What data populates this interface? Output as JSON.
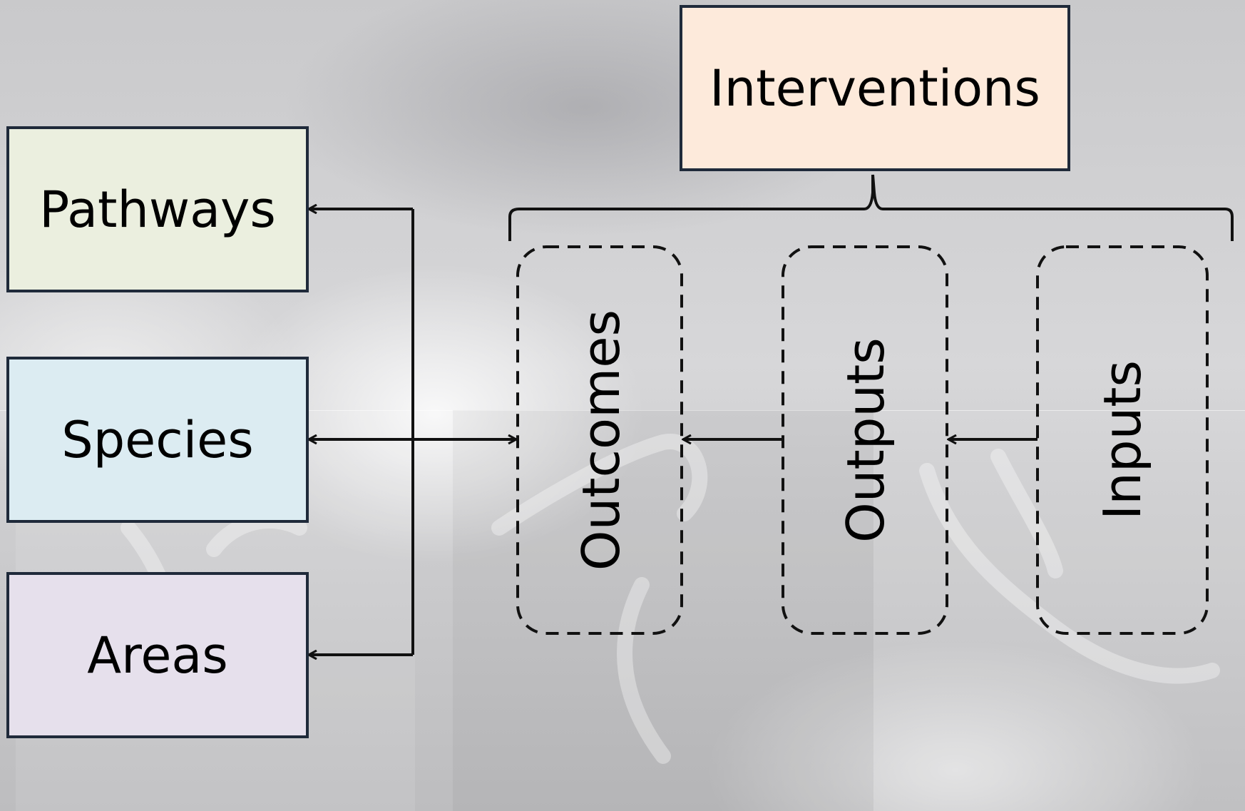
{
  "diagram": {
    "top_box": {
      "label": "Interventions",
      "fill": "#fdeadb"
    },
    "left_boxes": [
      {
        "label": "Pathways",
        "fill": "#ebefdf"
      },
      {
        "label": "Species",
        "fill": "#dcecf2"
      },
      {
        "label": "Areas",
        "fill": "#e6e0ec"
      }
    ],
    "stages": [
      {
        "label": "Outcomes"
      },
      {
        "label": "Outputs"
      },
      {
        "label": "Inputs"
      }
    ],
    "edges": [
      {
        "from": "Inputs",
        "to": "Outputs"
      },
      {
        "from": "Outputs",
        "to": "Outcomes"
      },
      {
        "from": "Species",
        "to": "Outcomes",
        "bidirectional": true
      },
      {
        "from": "Outcomes",
        "to": "Pathways"
      },
      {
        "from": "Outcomes",
        "to": "Areas"
      }
    ],
    "line_color": "#111111"
  }
}
